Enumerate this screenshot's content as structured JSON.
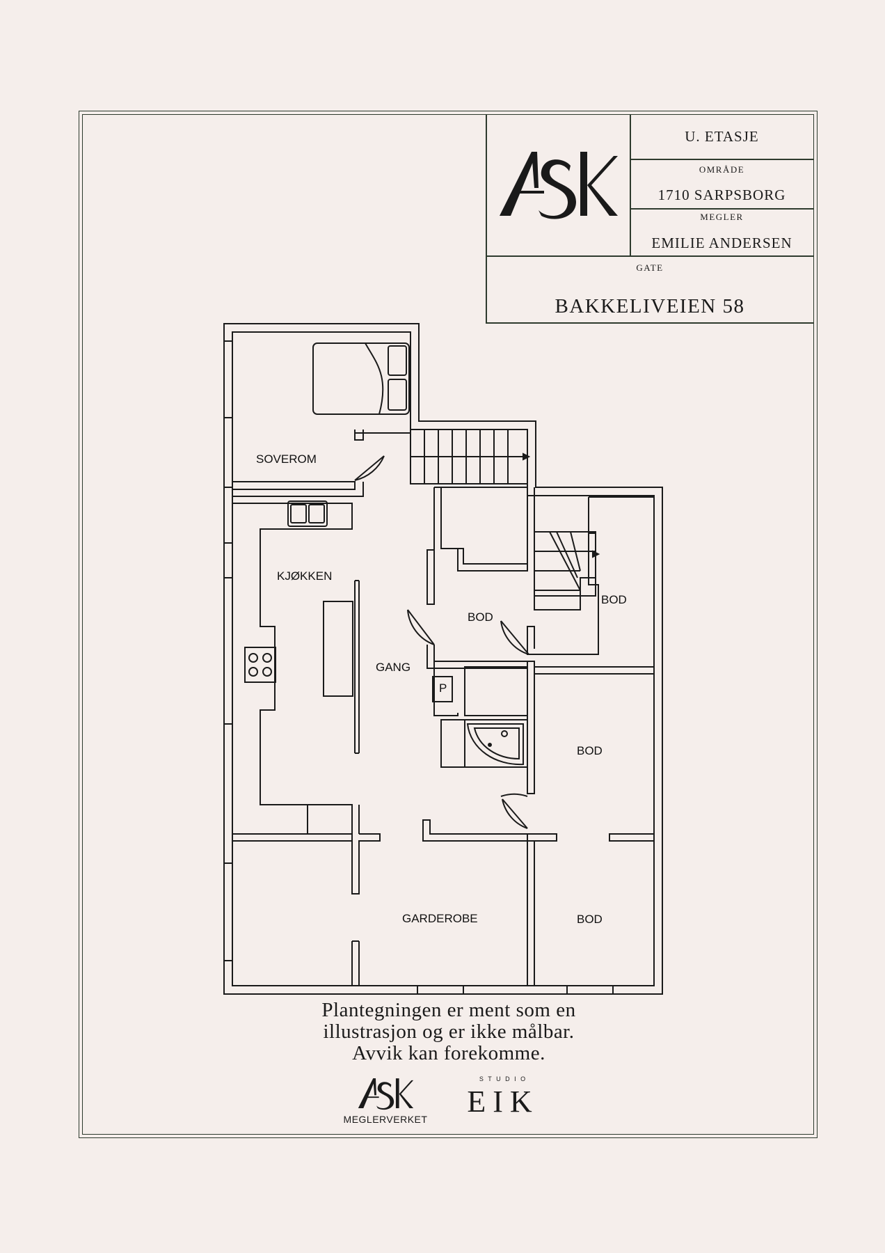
{
  "title_block": {
    "floor": "U. ETASJE",
    "area_label": "OMRÅDE",
    "area_value": "1710 SARPSBORG",
    "agent_label": "MEGLER",
    "agent_value": "EMILIE ANDERSEN",
    "street_label": "GATE",
    "street_value": "BAKKELIVEIEN 58",
    "logo_text": "ASK"
  },
  "rooms": {
    "soverom": "SOVEROM",
    "kjokken": "KJØKKEN",
    "gang": "GANG",
    "bod_1": "BOD",
    "bod_2": "BOD",
    "bod_3": "BOD",
    "bod_4": "BOD",
    "garderobe": "GARDEROBE",
    "parking_symbol": "P"
  },
  "disclaimer": {
    "line1": "Plantegningen er ment som en",
    "line2": "illustrasjon og er ikke målbar.",
    "line3": "Avvik kan forekomme."
  },
  "footer": {
    "ask_logo": "ASK",
    "ask_sub": "MEGLERVERKET",
    "studio_label": "S T U D I O",
    "eik_logo": "EIK"
  },
  "colors": {
    "background": "#f5eeeb",
    "frame": "#2d3a2d",
    "plan_lines": "#1a1a1a"
  }
}
